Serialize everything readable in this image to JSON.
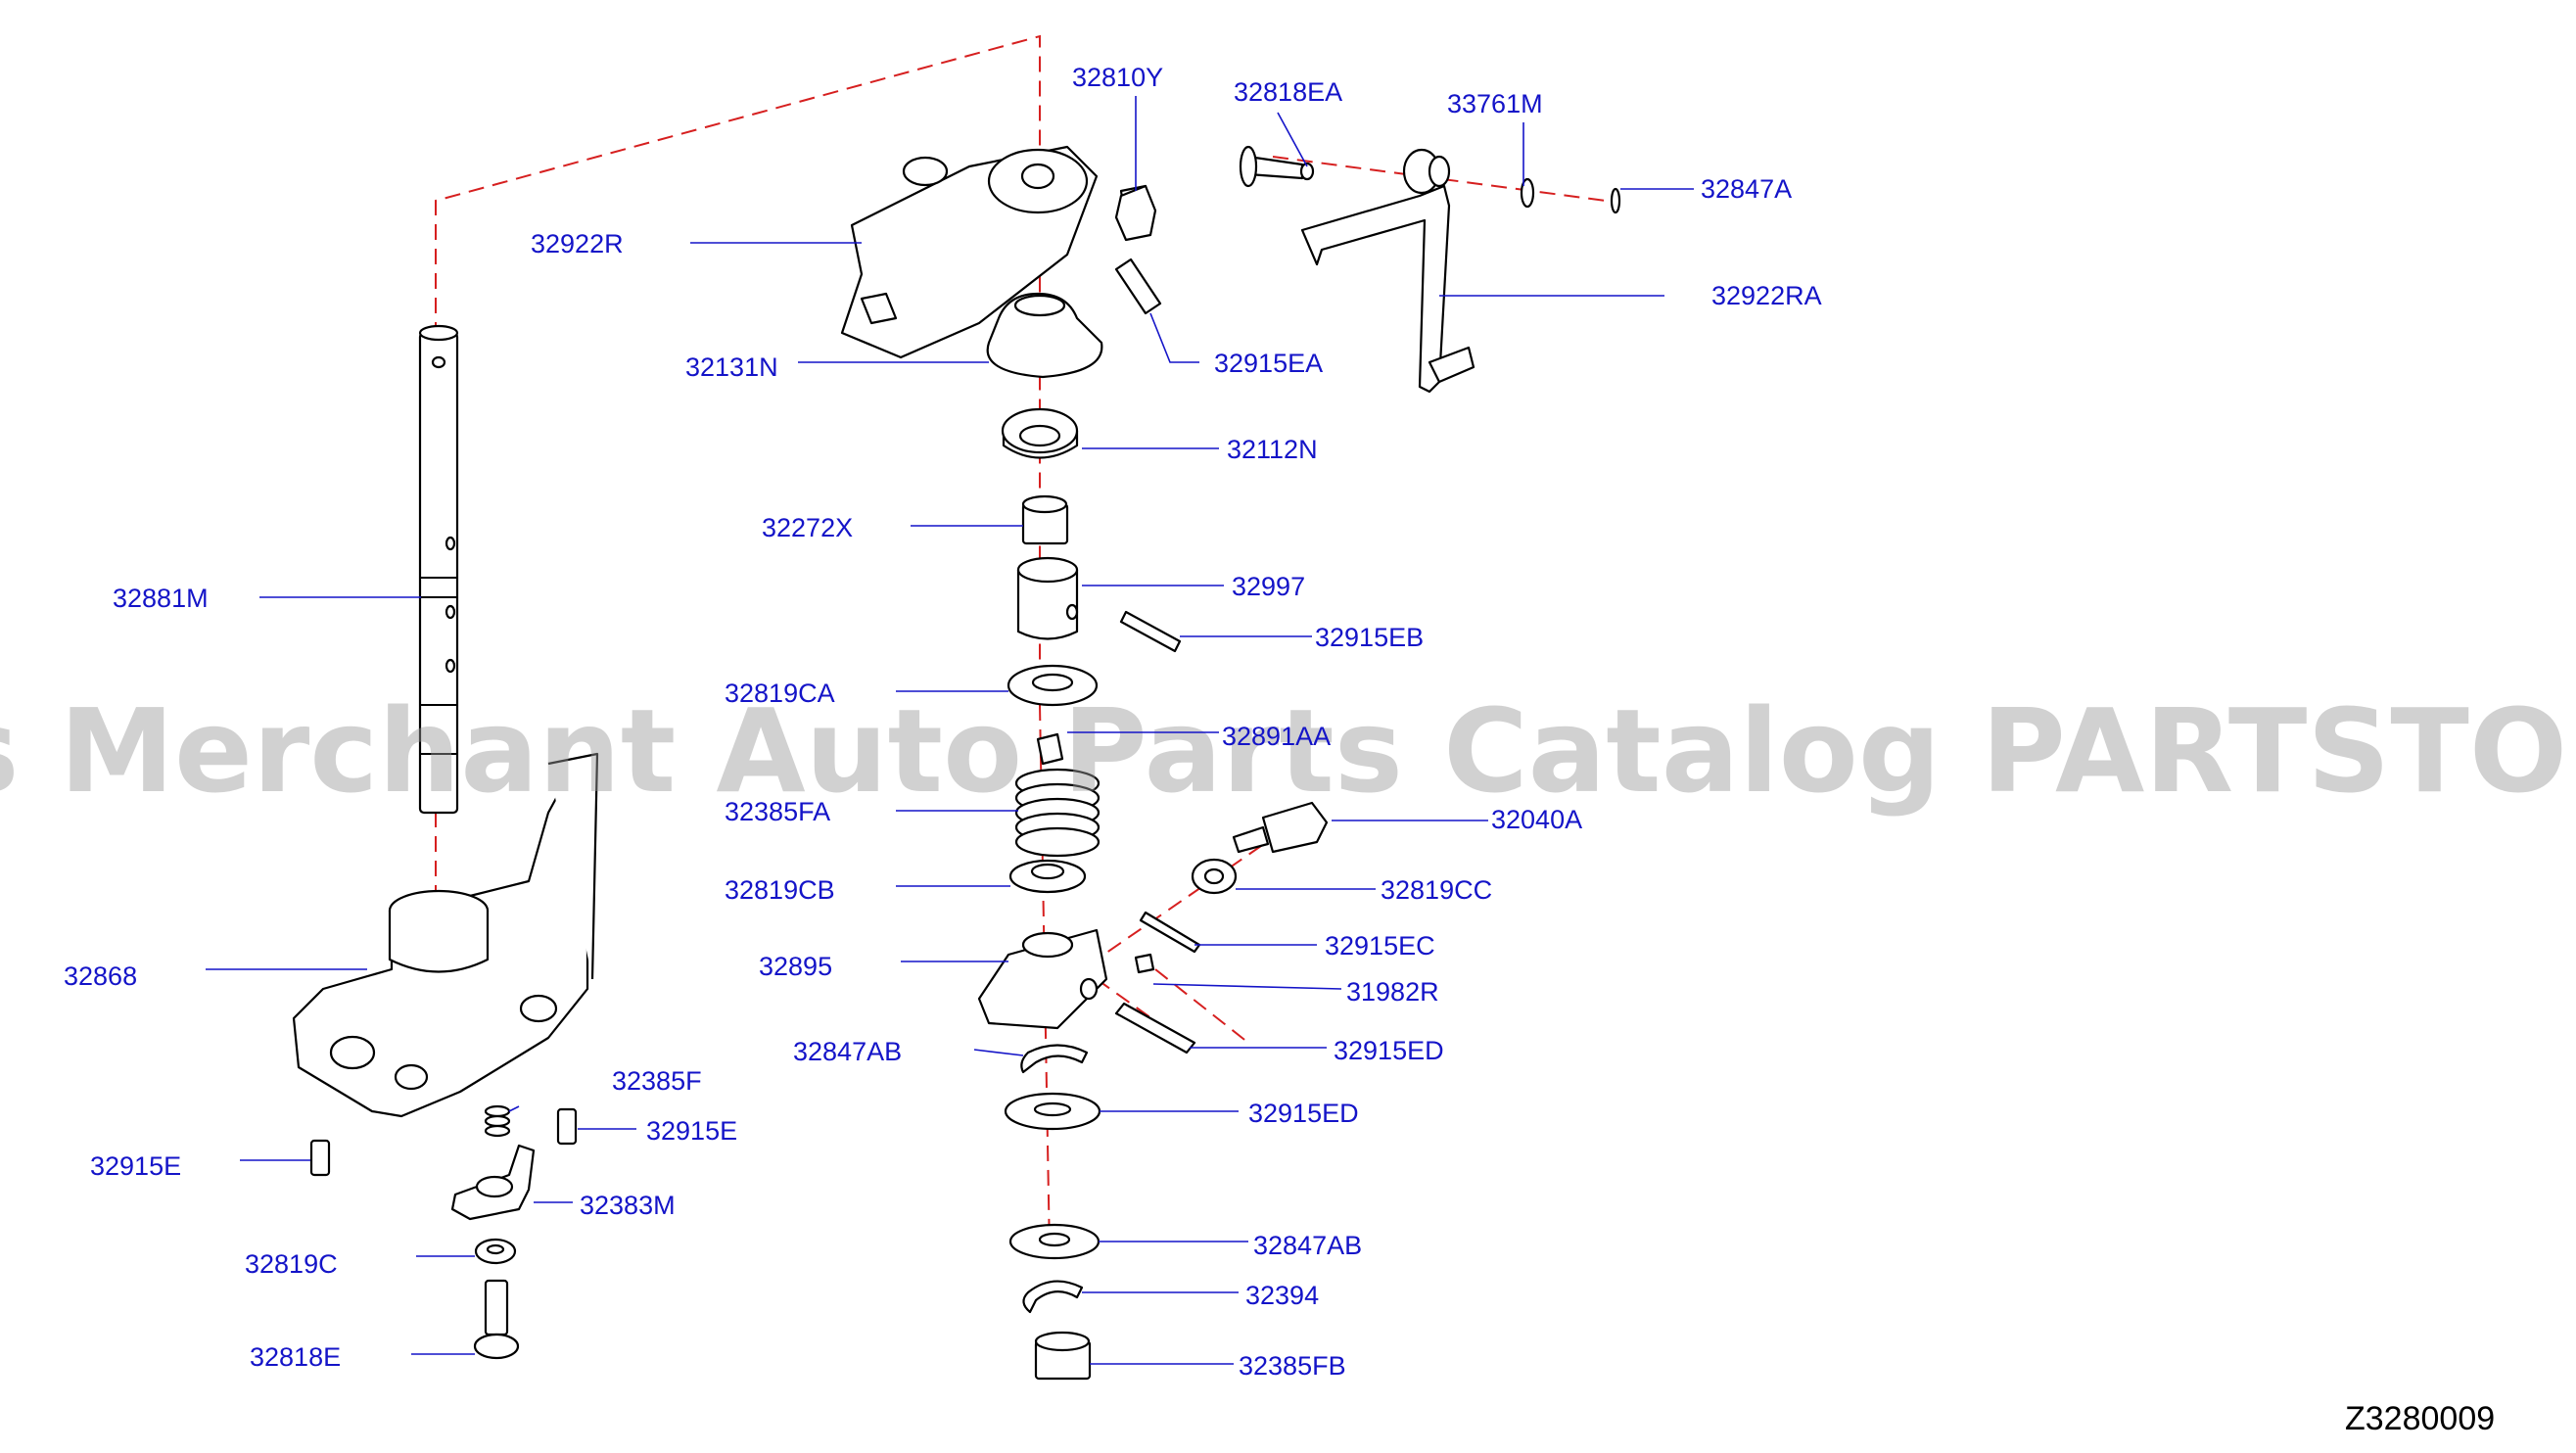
{
  "diagram_code": "Z3280009",
  "watermark": "Offers Merchant Auto Parts Catalog PARTSTORE.SA",
  "colors": {
    "label": "#1414c8",
    "centerline": "#d61f1f",
    "outline": "#000000",
    "watermark": "#9a9a9a"
  },
  "parts": [
    "32810Y",
    "32818EA",
    "33761M",
    "32847A",
    "32922R",
    "32922RA",
    "32915EA",
    "32131N",
    "32112N",
    "32272X",
    "32881M",
    "32997",
    "32915EB",
    "32819CA",
    "32891AA",
    "32385FA",
    "32040A",
    "32819CB",
    "32819CC",
    "32868",
    "32915EC",
    "32895",
    "31982R",
    "32847AB",
    "32915ED",
    "32385F",
    "32915ED",
    "32915E",
    "32915E",
    "32383M",
    "32847AB",
    "32819C",
    "32394",
    "32818E",
    "32385FB"
  ]
}
